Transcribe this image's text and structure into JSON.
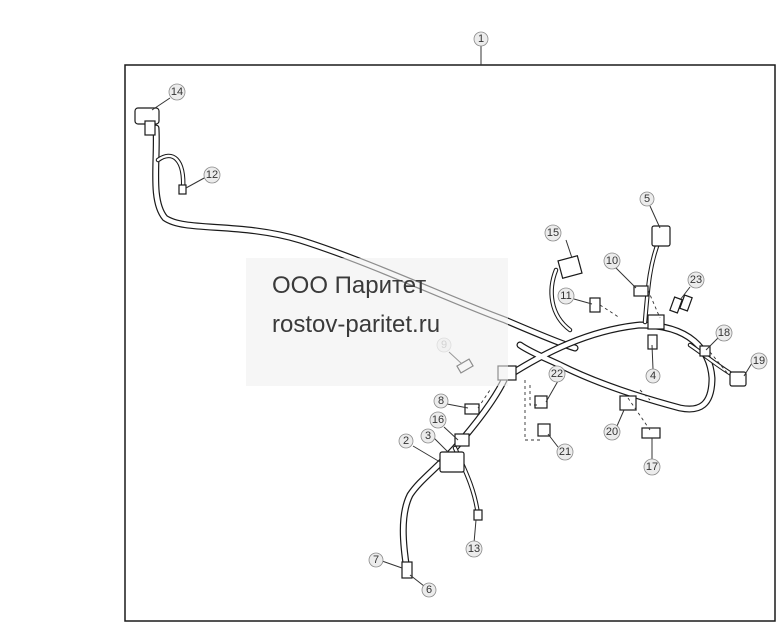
{
  "diagram": {
    "callouts": [
      "1",
      "2",
      "3",
      "4",
      "5",
      "6",
      "7",
      "8",
      "9",
      "10",
      "11",
      "12",
      "13",
      "14",
      "15",
      "16",
      "17",
      "18",
      "19",
      "20",
      "21",
      "22",
      "23"
    ]
  },
  "watermark": {
    "line1": "ООО Паритет",
    "line2": "rostov-paritet.ru"
  }
}
